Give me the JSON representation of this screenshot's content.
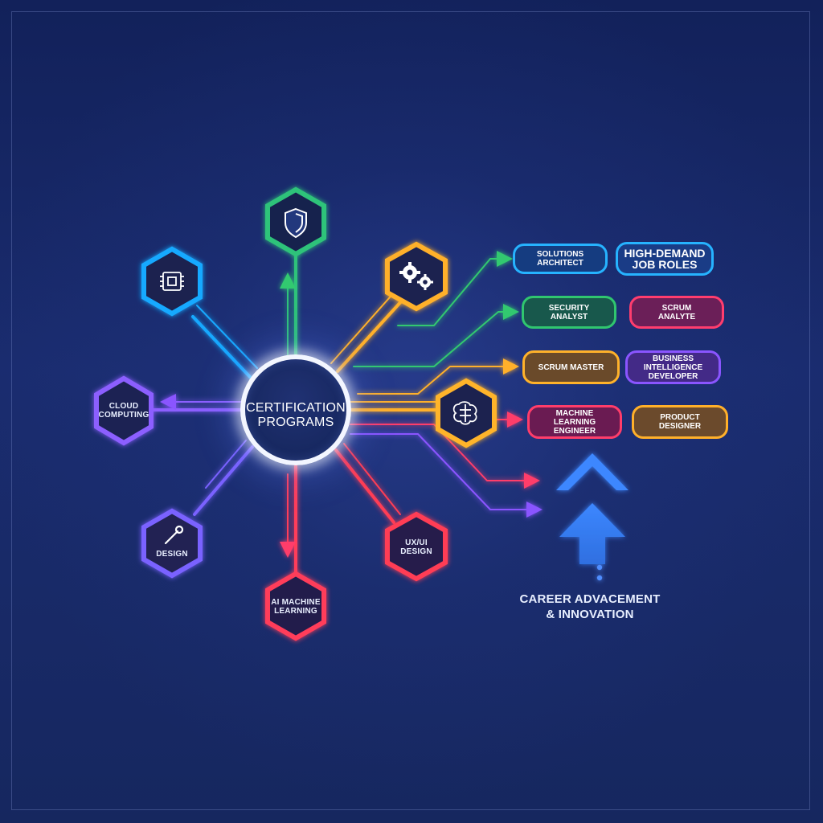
{
  "hub": {
    "label": "CERTIFICATION\nPROGRAMS"
  },
  "nodes": {
    "security": {
      "label": "",
      "icon": "shield-icon",
      "color": "#2ec37a"
    },
    "hardware": {
      "label": "",
      "icon": "chip-icon",
      "color": "#19a9ff"
    },
    "devops": {
      "label": "",
      "icon": "gears-icon",
      "color": "#ffb82a"
    },
    "cloud": {
      "label": "CLOUD\nCOMPUTING",
      "icon": "cloud-icon",
      "color": "#7d59ff"
    },
    "design": {
      "label": "DESIGN",
      "icon": "wrench-icon",
      "color": "#6a5fff"
    },
    "ai": {
      "label": "AI MACHINE\nLEARNING",
      "icon": "",
      "color": "#ff3d5a"
    },
    "uxui": {
      "label": "UX/UI\nDESIGN",
      "icon": "",
      "color": "#ff3d55"
    },
    "brain": {
      "label": "",
      "icon": "brain-icon",
      "color": "#ffb42a"
    }
  },
  "roles": [
    {
      "label": "SOLUTIONS\nARCHITECT",
      "color": "#26b3ff",
      "fill": "#153c80"
    },
    {
      "label": "HIGH-DEMAND\nJOB ROLES",
      "color": "#26b3ff",
      "fill": "#1a3c86",
      "big": true
    },
    {
      "label": "SECURITY\nANALYST",
      "color": "#30c66f",
      "fill": "#18584c"
    },
    {
      "label": "SCRUM\nANALYTE",
      "color": "#ff3d6e",
      "fill": "#6b1f58"
    },
    {
      "label": "SCRUM MASTER",
      "color": "#ffb22a",
      "fill": "#6a4a2a"
    },
    {
      "label": "BUSINESS INTELLIGENCE\nDEVELOPER",
      "color": "#8a55ff",
      "fill": "#432a87"
    },
    {
      "label": "MACHINE LEARNING\nENGINEER",
      "color": "#ff3d6a",
      "fill": "#6a1b52"
    },
    {
      "label": "PRODUCT DESIGNER",
      "color": "#ffb02a",
      "fill": "#6b4a2c"
    }
  ],
  "career": {
    "label": "CAREER ADVACEMENT\n& INNOVATION"
  }
}
